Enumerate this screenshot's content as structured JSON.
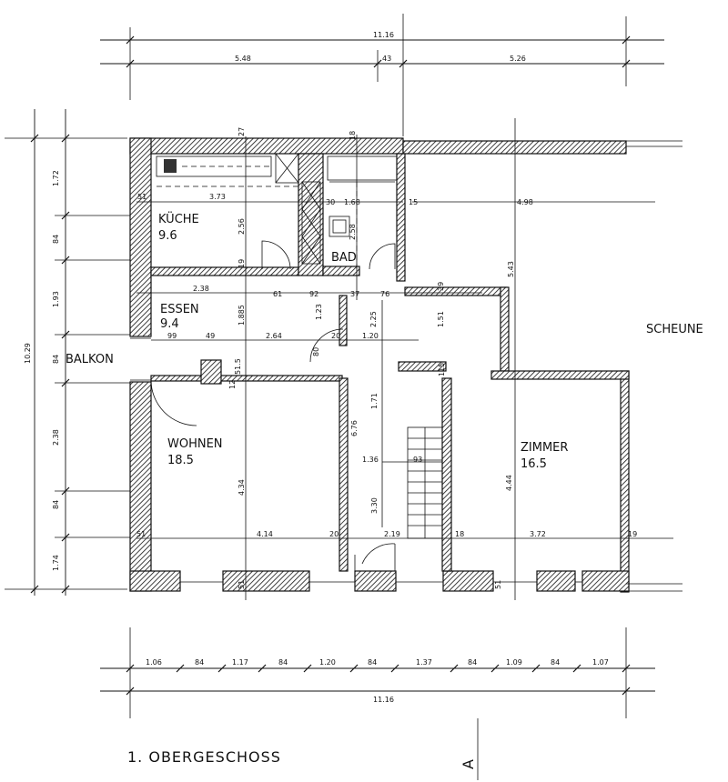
{
  "title": "1. OBERGESCHOSS",
  "section_mark": "A",
  "outside": {
    "balkon": "BALKON",
    "scheune": "SCHEUNE"
  },
  "rooms": {
    "kueche": {
      "name": "KÜCHE",
      "area": "9.6"
    },
    "bad": {
      "name": "BAD"
    },
    "essen": {
      "name": "ESSEN",
      "area": "9.4"
    },
    "wohnen": {
      "name": "WOHNEN",
      "area": "18.5"
    },
    "zimmer": {
      "name": "ZIMMER",
      "area": "16.5"
    }
  },
  "dims_top": {
    "total": "11.16",
    "left": "5.48",
    "mid": "43",
    "right": "5.26"
  },
  "dims_bottom": {
    "segments": [
      "1.06",
      "84",
      "1.17",
      "84",
      "1.20",
      "84",
      "1.37",
      "84",
      "1.09",
      "84",
      "1.07"
    ],
    "total": "11.16"
  },
  "dims_left": {
    "segments": [
      "1.72",
      "84",
      "1.93",
      "84",
      "2.38",
      "84",
      "1.74"
    ],
    "total": "10.29"
  },
  "dims_inner": {
    "kueche_w": "3.73",
    "kueche_h": "2.56",
    "wall_27": "27",
    "wall_51a": "51",
    "bad_w": "1.68",
    "bad_wall": "30",
    "bad_h": "2.58",
    "wall_15": "15",
    "right_w": "4.98",
    "right_h": "5.43",
    "wall_19a": "19",
    "wall_18a": "18",
    "essen_w": "2.38",
    "essen_61": "61",
    "essen_92": "92",
    "essen_37": "37",
    "essen_76": "76",
    "essen_39": "39",
    "essen_h": "1.885",
    "essen_123": "1.23",
    "essen_225": "2.25",
    "essen_151": "1.51",
    "row_99": "99",
    "row_49": "49",
    "row_264": "2.64",
    "row_20": "20",
    "row_120": "1.20",
    "row_80": "80",
    "wall_51b": "51.5",
    "wall_12": "12",
    "wall_115": "115",
    "flur_171": "1.71",
    "flur_676": "6.76",
    "flur_136": "1.36",
    "flur_93": "93",
    "flur_330": "3.30",
    "wohnen_h": "4.34",
    "zimmer_h": "4.44",
    "bottom_414": "4.14",
    "bottom_20": "20",
    "bottom_219": "2.19",
    "bottom_18": "18",
    "bottom_372": "3.72",
    "bottom_19": "19",
    "wall_51c": "51",
    "wall_51d": "51",
    "wall_51e": "51"
  }
}
